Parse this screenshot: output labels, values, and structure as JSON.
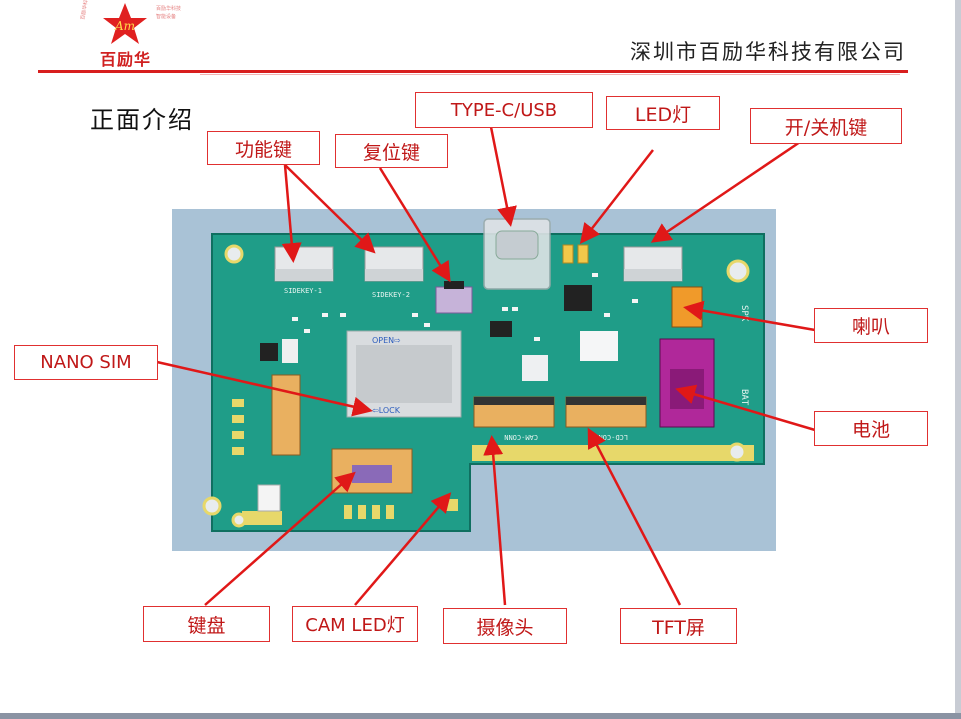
{
  "header": {
    "company": "深圳市百励华科技有限公司",
    "logo_text": "百励华",
    "logo_mark": "Am"
  },
  "page_title": "正面介绍",
  "labels": {
    "function_key": "功能键",
    "reset_key": "复位键",
    "typec_usb": "TYPE-C/USB",
    "led": "LED灯",
    "power_key": "开/关机键",
    "nano_sim": "NANO SIM",
    "speaker": "喇叭",
    "battery": "电池",
    "keyboard": "键盘",
    "cam_led": "CAM LED灯",
    "camera": "摄像头",
    "tft": "TFT屏"
  },
  "board_silk": {
    "sw1": "SIDEKEY-1",
    "sw2": "SIDEKEY-2",
    "sim_open": "OPEN⇨",
    "sim_lock": "⇦LOCK",
    "cam_conn": "CAM-CONN",
    "lcd_conn": "LCD-CONN",
    "spk": "SPK",
    "bat": "BAT"
  },
  "colors": {
    "accent": "#d81e1e",
    "board": "#1fa38f",
    "label_text": "#c01818"
  }
}
